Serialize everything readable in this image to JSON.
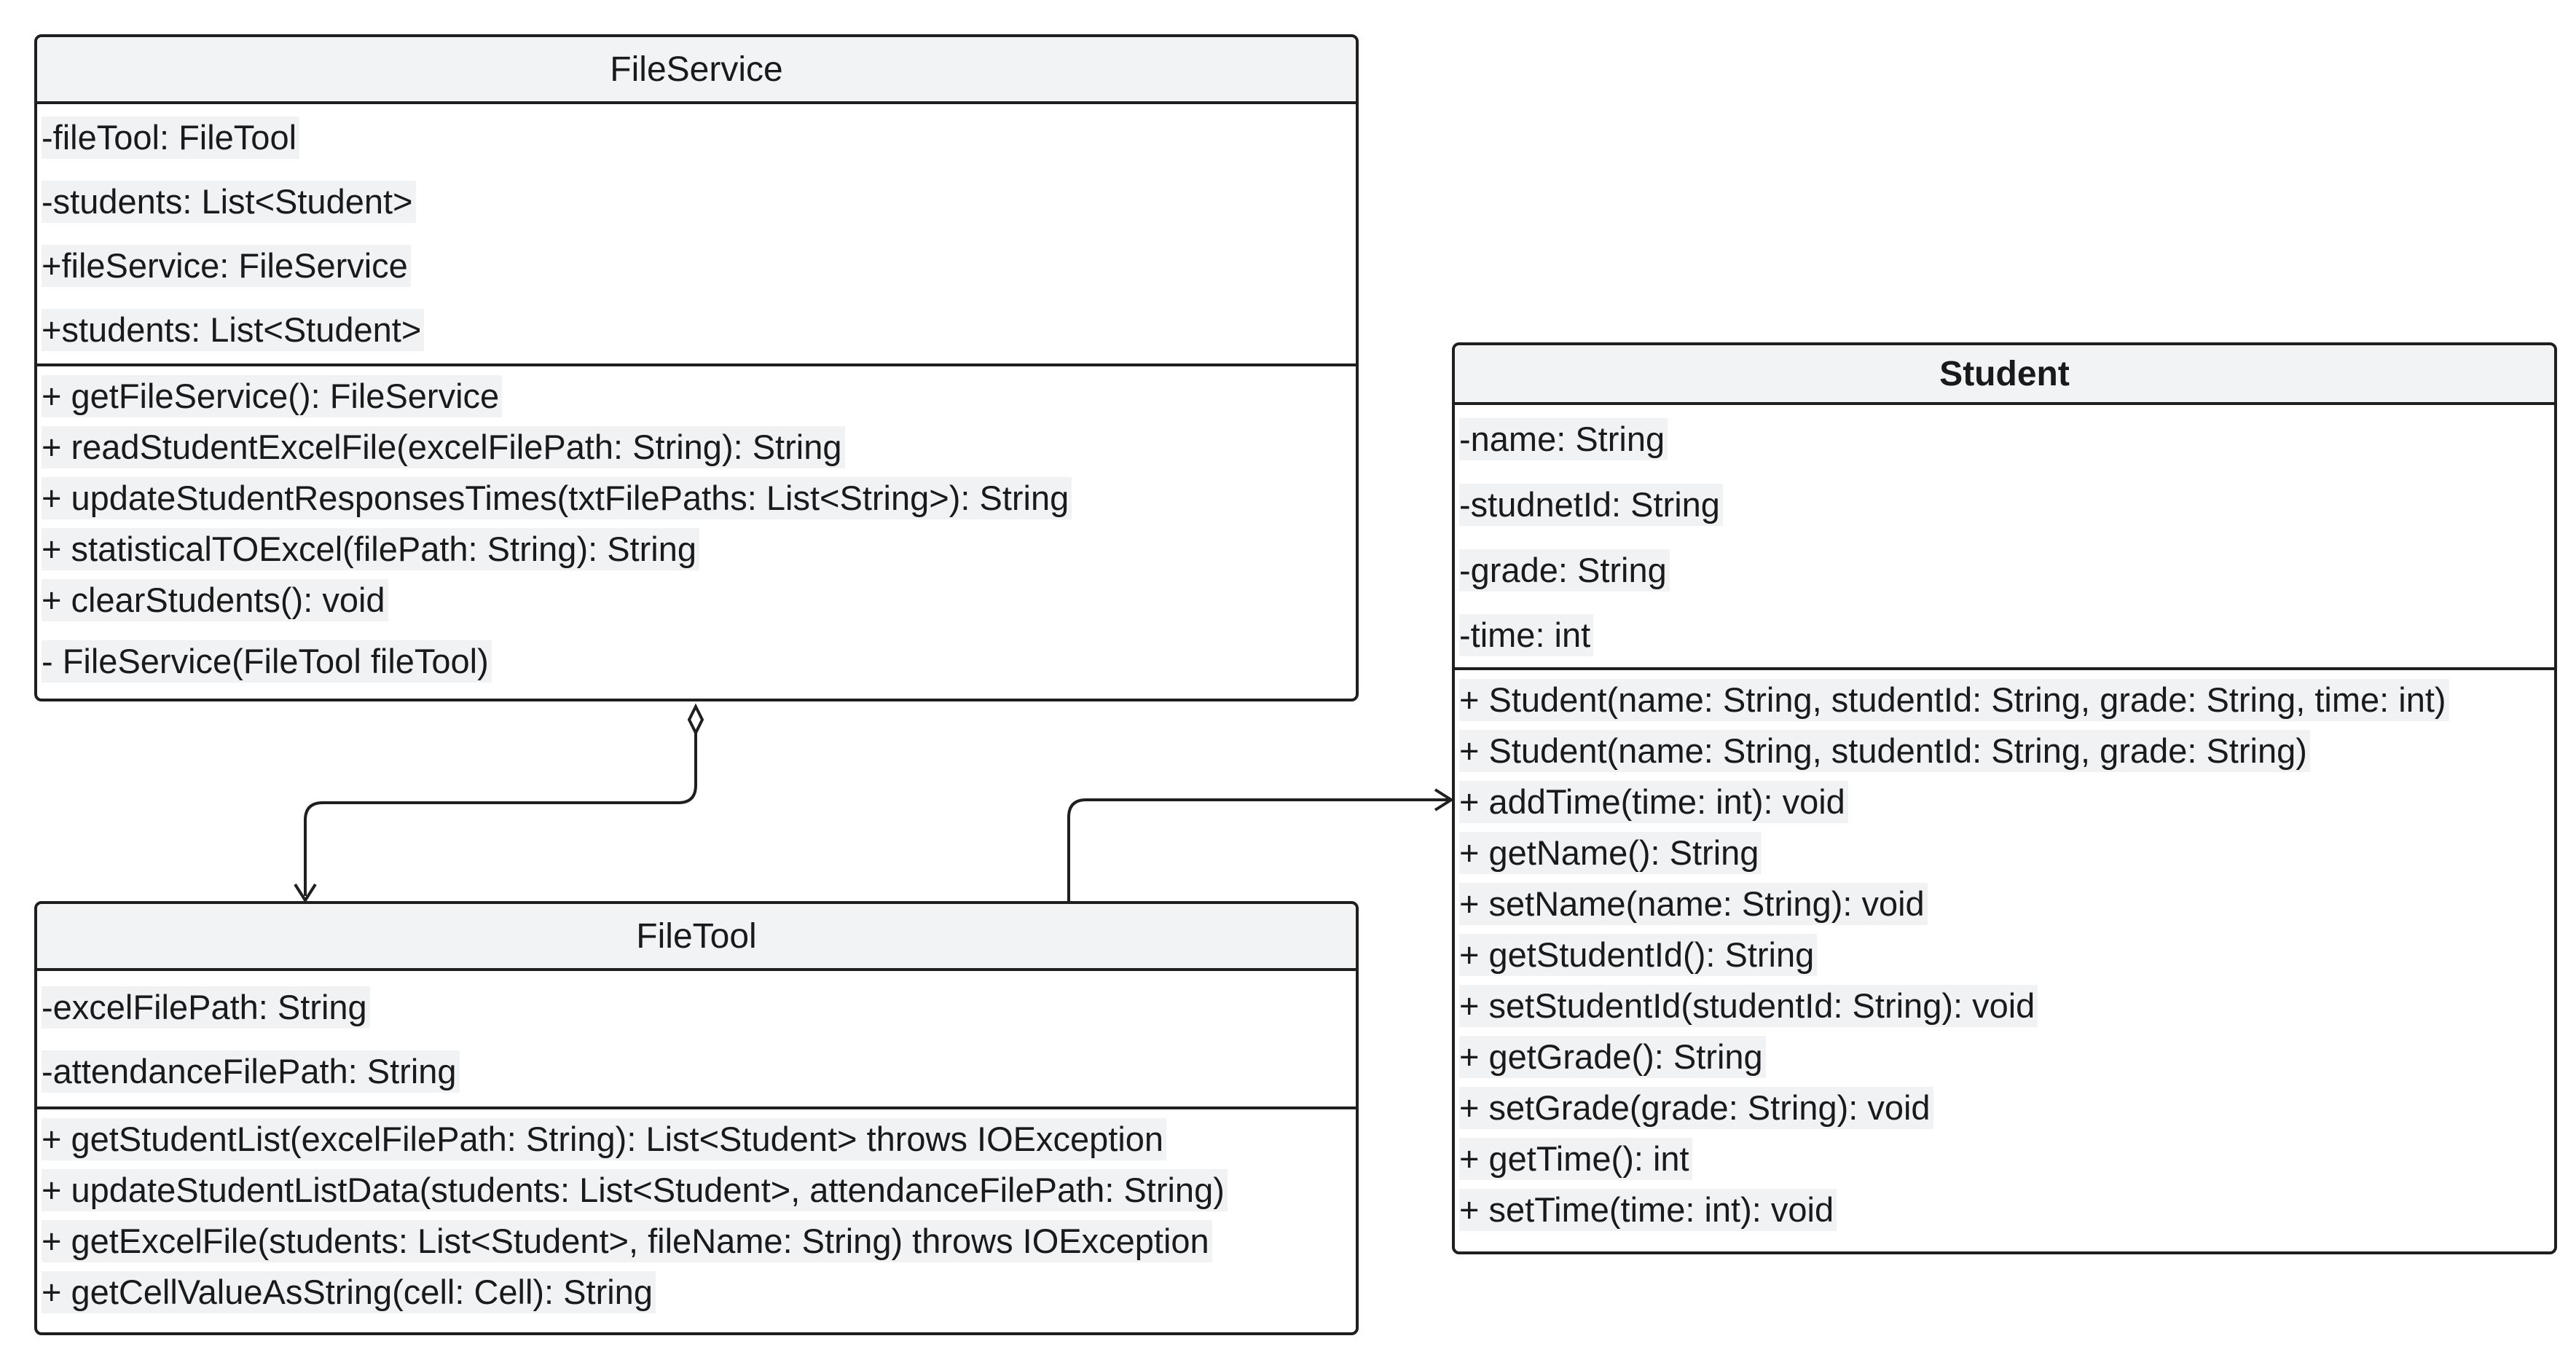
{
  "classes": {
    "file_service": {
      "name": "FileService",
      "attributes": [
        "-fileTool: FileTool",
        "-students: List<Student>",
        "+fileService: FileService",
        "+students: List<Student>"
      ],
      "methods": [
        "+ getFileService(): FileService",
        "+ readStudentExcelFile(excelFilePath: String): String",
        "+ updateStudentResponsesTimes(txtFilePaths: List<String>): String",
        "+ statisticalTOExcel(filePath: String): String",
        "+ clearStudents(): void",
        "- FileService(FileTool fileTool)"
      ]
    },
    "file_tool": {
      "name": "FileTool",
      "attributes": [
        "-excelFilePath: String",
        "-attendanceFilePath: String"
      ],
      "methods": [
        "+ getStudentList(excelFilePath: String): List<Student> throws IOException",
        "+ updateStudentListData(students: List<Student>, attendanceFilePath: String)",
        "+ getExcelFile(students: List<Student>, fileName: String) throws IOException",
        "+ getCellValueAsString(cell: Cell): String"
      ]
    },
    "student": {
      "name": "Student",
      "attributes": [
        "-name: String",
        "-studnetId: String",
        "-grade: String",
        "-time: int"
      ],
      "methods": [
        "+ Student(name: String, studentId: String, grade: String, time: int)",
        "+ Student(name: String, studentId: String, grade: String)",
        "+ addTime(time: int): void",
        "+ getName(): String",
        "+ setName(name: String): void",
        "+ getStudentId(): String",
        "+ setStudentId(studentId: String): void",
        "+ getGrade(): String",
        "+ setGrade(grade: String): void",
        "+ getTime(): int",
        "+ setTime(time: int): void"
      ]
    }
  },
  "relationships": [
    {
      "from": "FileService",
      "to": "FileTool",
      "kind": "aggregation"
    },
    {
      "from": "FileTool",
      "to": "Student",
      "kind": "association"
    }
  ]
}
